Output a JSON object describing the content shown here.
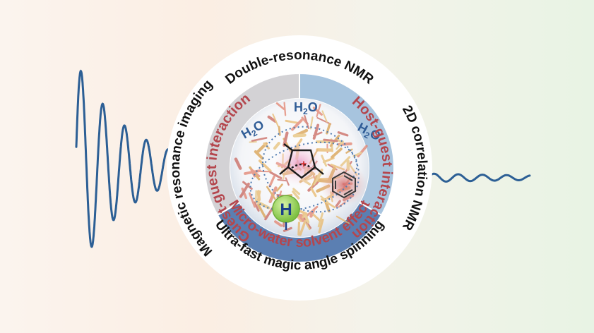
{
  "outer_ring": {
    "top": "Double-resonance NMR",
    "right": "2D correlation NMR",
    "bottom": "Ultra-fast magic angle spinning",
    "left": "Magnetic resonance imaging"
  },
  "inner_ring": {
    "left": "Guest-guest interaction",
    "right": "Host-guest interaction",
    "bottom": "Micro-water solvent effect"
  },
  "center": {
    "water_label": "H",
    "water_subscript": "2",
    "water_tail": "O",
    "proton_label": "H"
  },
  "colors": {
    "ring_text": "#111111",
    "inner_text": "#b4464d",
    "wave": "#2c5f95",
    "water_text": "#2f5c96",
    "segment_left": "#d3d2d5",
    "segment_right": "#a7c4de",
    "segment_bottom": "#5b7fb2"
  }
}
